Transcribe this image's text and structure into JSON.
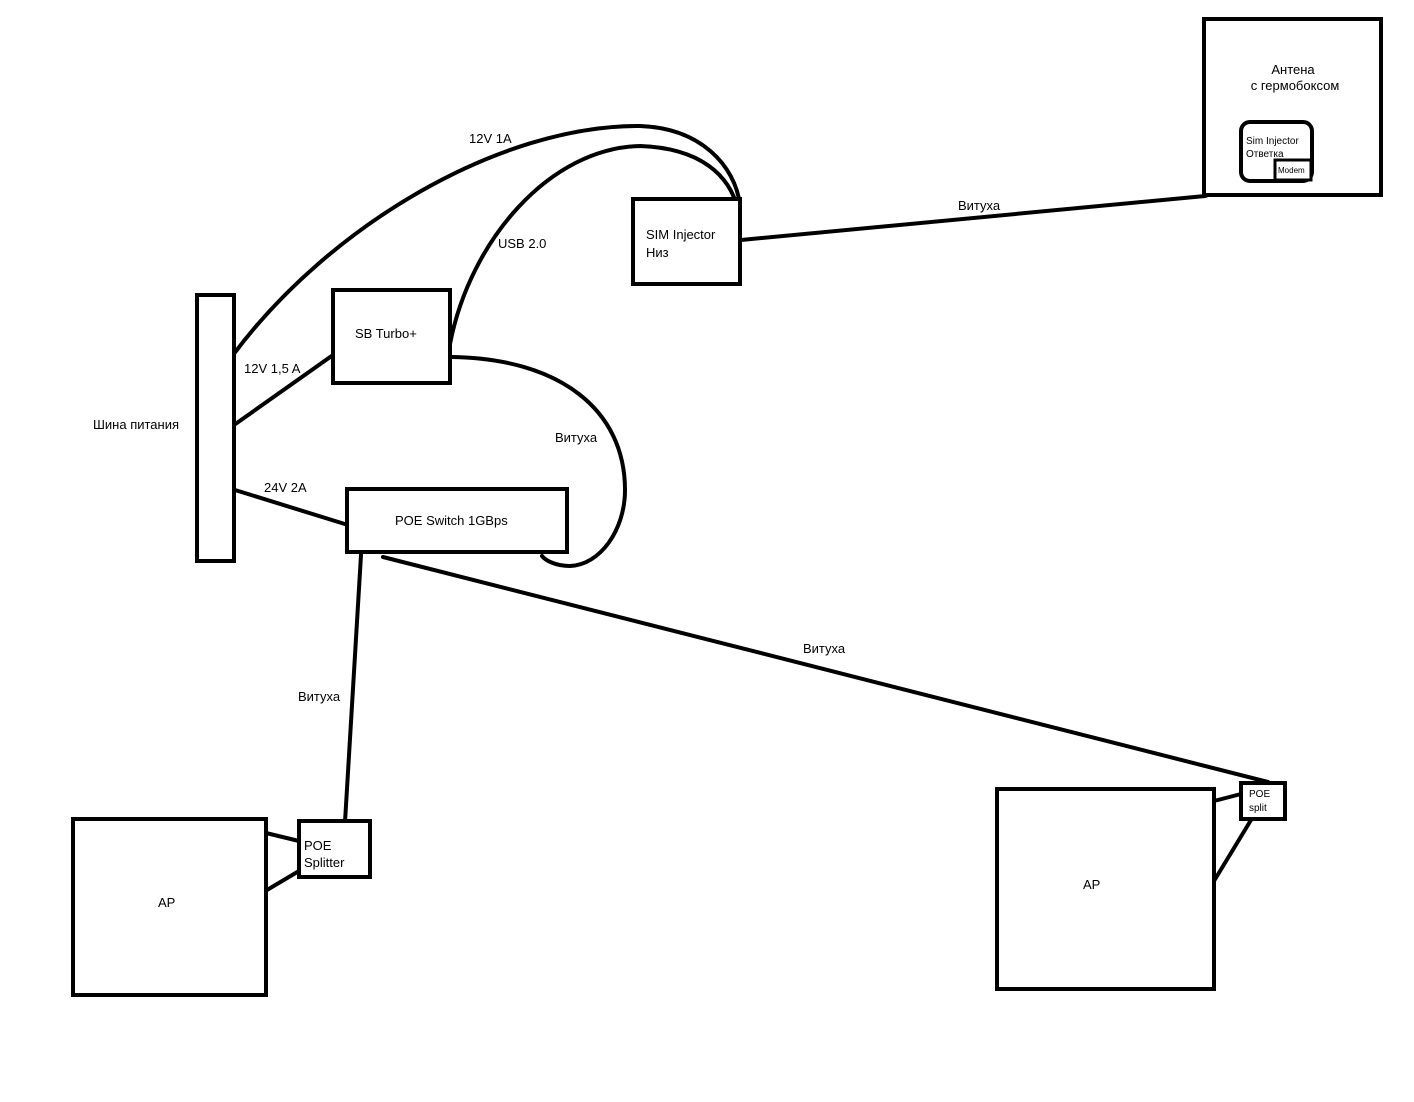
{
  "nodes": {
    "power_bus": "Шина питания",
    "sb_turbo": "SB Turbo+",
    "sim_injector_bottom": [
      "SIM Injector",
      "Низ"
    ],
    "antenna": [
      "Антена",
      "с гермобоксом"
    ],
    "sim_injector_reply": [
      "Sim Injector",
      "Ответка"
    ],
    "modem": "Modem",
    "poe_switch": "POE Switch 1GBps",
    "poe_splitter": [
      "POE",
      "Splitter"
    ],
    "poe_split": [
      "POE",
      "split"
    ],
    "ap_left": "AP",
    "ap_right": "AP"
  },
  "links": {
    "bus_to_injector": "12V 1A",
    "sb_to_injector": "USB 2.0",
    "bus_to_sb": "12V 1,5 A",
    "bus_to_switch": "24V 2A",
    "sb_to_switch": "Витуха",
    "injector_to_antenna": "Витуха",
    "switch_to_splitter": "Витуха",
    "switch_to_split": "Витуха"
  },
  "colors": {
    "stroke": "#000000",
    "background": "#ffffff"
  }
}
